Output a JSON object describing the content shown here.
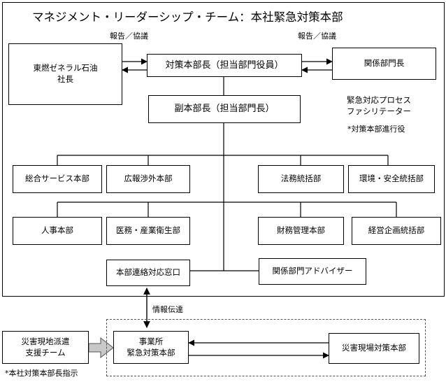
{
  "title": "マネジメント・リーダーシップ・チーム：本社緊急対策本部",
  "labels": {
    "report_left": "報告／協議",
    "report_right": "報告／協議",
    "info_transfer": "情報伝達",
    "facilitator_note": "*対策本部進行役",
    "dispatch_note": "*本社対策本部長指示"
  },
  "boxes": {
    "tonen_president": "東燃ゼネラル石油\n社長",
    "hq_chief": "対策本部長（担当部門役員）",
    "related_dept_head": "関係部門長",
    "vice_chief": "副本部長（担当部門長）",
    "facilitator": "緊急対応プロセス\nファシリテーター",
    "general_services": "総合サービス本部",
    "public_relations": "広報渉外本部",
    "legal": "法務統括部",
    "environment_safety": "環境・安全統括部",
    "human_resources": "人事本部",
    "medical_health": "医務・産業衛生部",
    "finance": "財務管理本部",
    "corporate_planning": "経営企画統括部",
    "liaison_desk": "本部連絡対応窓口",
    "advisor": "関係部門アドバイザー",
    "site_dispatch_team": "災害現地派遣\n支援チーム",
    "site_emergency_hq": "事業所\n緊急対策本部",
    "disaster_site_hq": "災害現場対策本部"
  }
}
